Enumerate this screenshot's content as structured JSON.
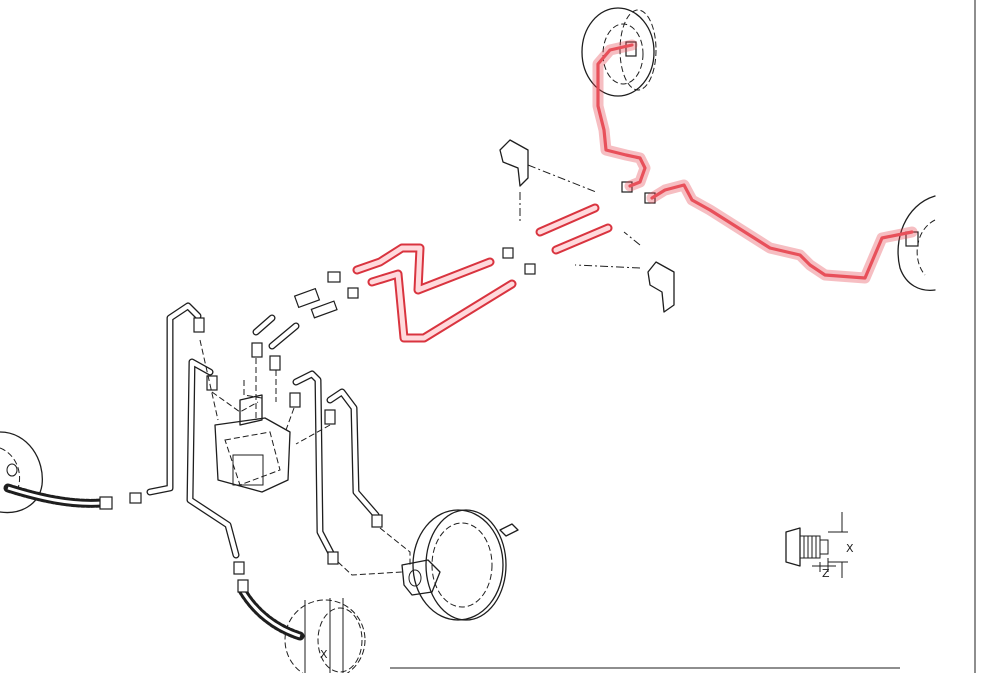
{
  "dimension_labels": {
    "x_detail": "X",
    "z_detail": "Z",
    "x_wheel": "X"
  },
  "colors": {
    "highlight": "#e8505a",
    "lines": "#1e1e1e"
  }
}
